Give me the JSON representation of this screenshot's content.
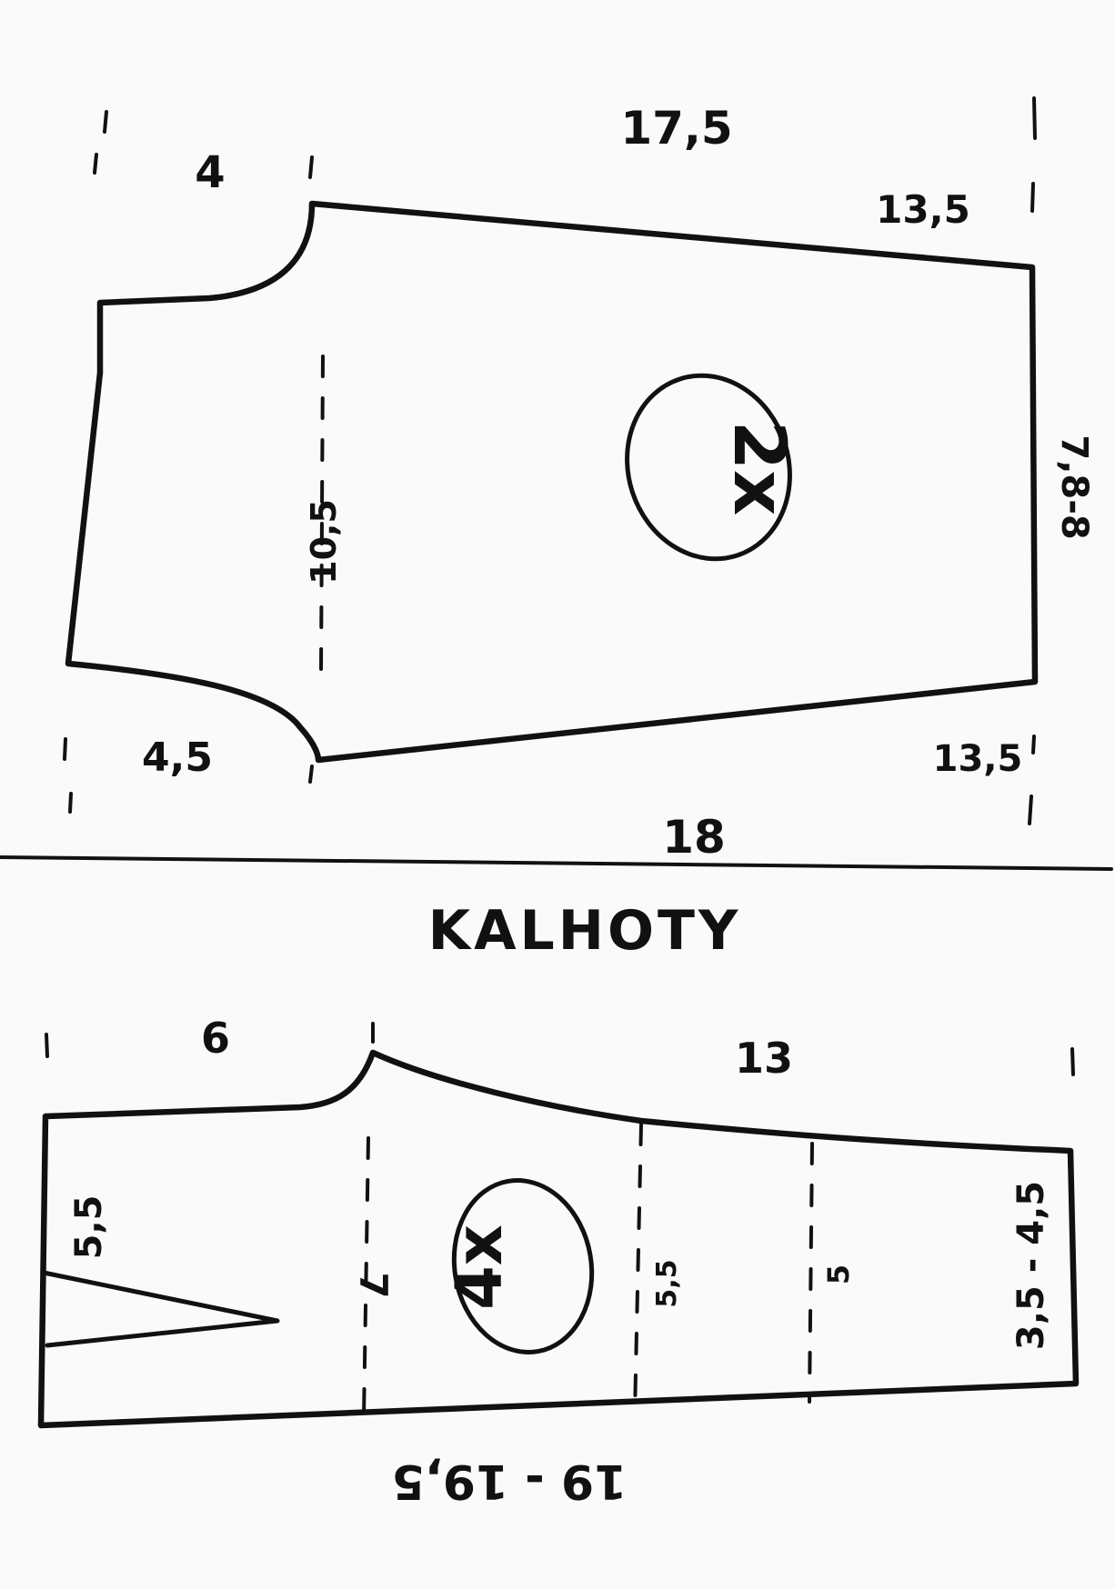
{
  "pieces": [
    {
      "id": "shirt",
      "dimensions": {
        "top_total": "17,5",
        "top_left": "4",
        "top_right": "13,5",
        "side": "7,8-8",
        "center": "10,5",
        "bottom_left": "4,5",
        "bottom_right": "13,5",
        "bottom_total": "18"
      },
      "count": "2x"
    },
    {
      "id": "pants",
      "title": "KALHOTY",
      "dimensions": {
        "top_left": "6",
        "top_right": "13",
        "dart": "5,5",
        "crotch": "7",
        "thigh": "5,5",
        "knee": "5",
        "hem": "3,5 - 4,5",
        "bottom_total": "19 - 19,5"
      },
      "count": "4x"
    }
  ]
}
